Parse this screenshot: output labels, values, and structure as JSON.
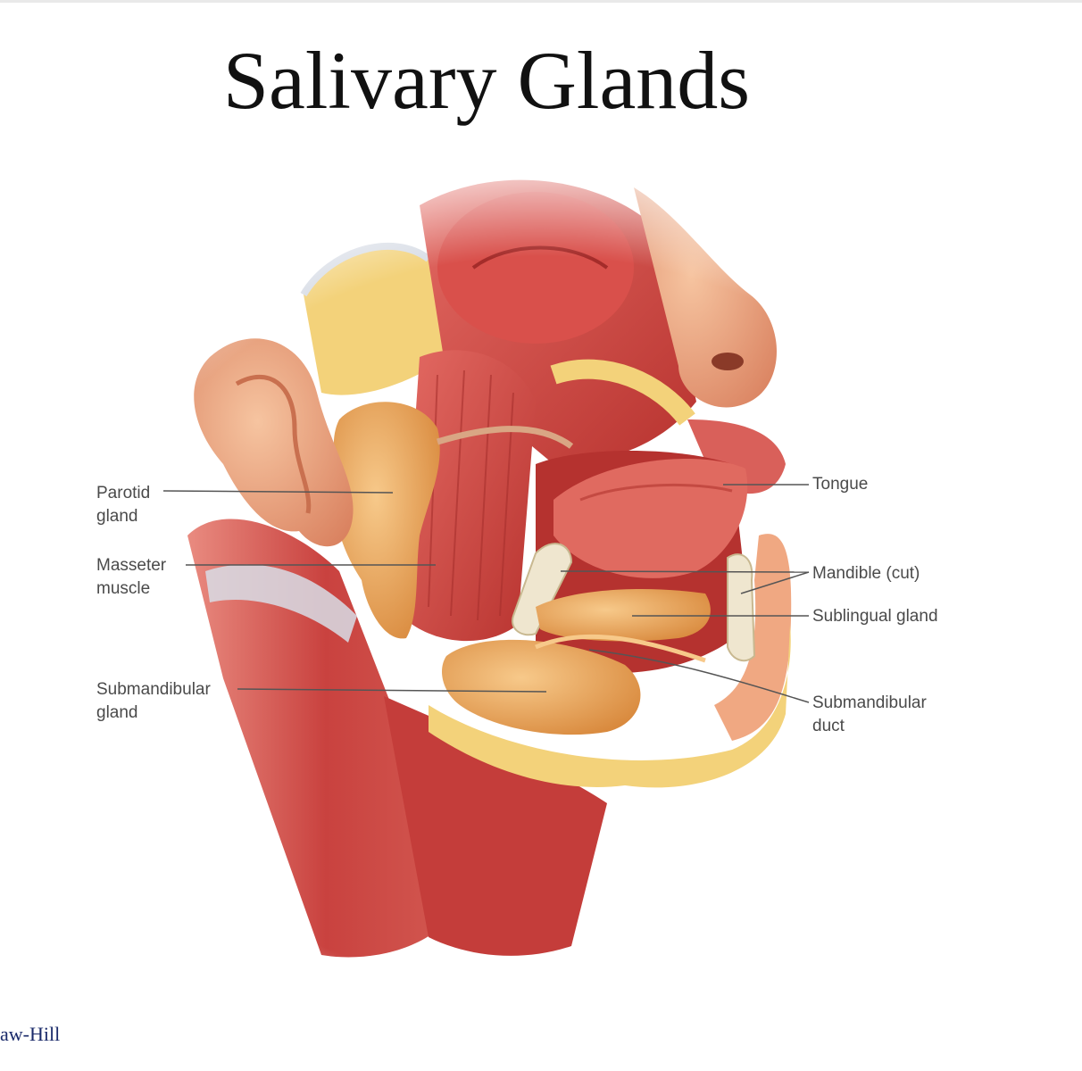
{
  "title": "Salivary Glands",
  "labels": {
    "parotid": [
      "Parotid",
      "gland"
    ],
    "masseter": [
      "Masseter",
      "muscle"
    ],
    "submandibular_gland": [
      "Submandibular",
      "gland"
    ],
    "tongue": "Tongue",
    "mandible": "Mandible (cut)",
    "sublingual": "Sublingual gland",
    "submandibular_duct": [
      "Submandibular",
      "duct"
    ]
  },
  "footer": "aw-Hill",
  "colors": {
    "muscle": "#c9423f",
    "muscle_light": "#e07a70",
    "gland": "#e8a458",
    "fat": "#f3d27a",
    "skin": "#f0a882",
    "bone": "#efe6cf",
    "fascia": "#d8dde6"
  }
}
